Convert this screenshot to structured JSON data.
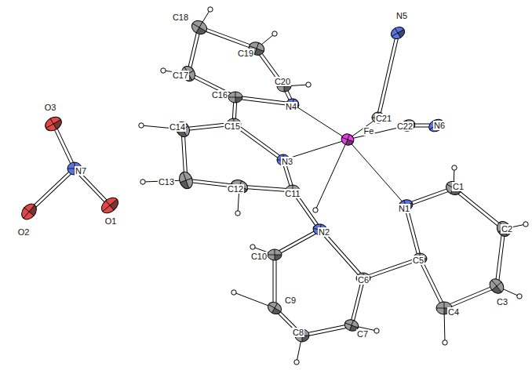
{
  "diagram": {
    "labels": [
      "N5",
      "C18",
      "C19",
      "C20",
      "C21",
      "Fe",
      "N4",
      "C17",
      "C16",
      "C22",
      "N6",
      "C14",
      "C15",
      "N3",
      "O3",
      "N7",
      "C13",
      "C12",
      "C11",
      "C1",
      "O1",
      "N1",
      "O2",
      "N2",
      "C10",
      "C2",
      "C6",
      "C5",
      "C9",
      "C3",
      "C4",
      "C8",
      "C7"
    ]
  }
}
